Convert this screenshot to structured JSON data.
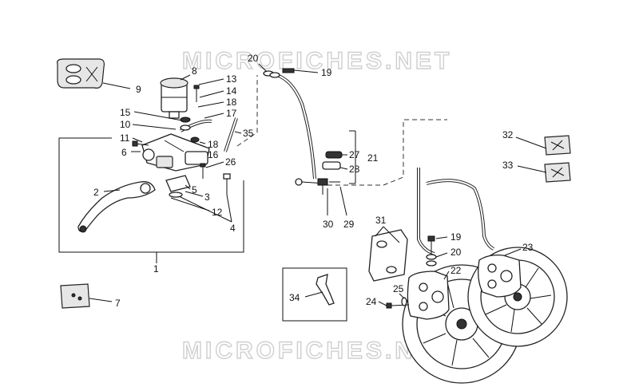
{
  "watermark": {
    "top": "MICROFICHES.NET",
    "bottom": "MICROFICHES.NET"
  },
  "callouts": {
    "c1": "1",
    "c2": "2",
    "c3": "3",
    "c4": "4",
    "c5": "5",
    "c6": "6",
    "c7": "7",
    "c8": "8",
    "c9": "9",
    "c10": "10",
    "c11": "11",
    "c12": "12",
    "c13": "13",
    "c14": "14",
    "c15": "15",
    "c16": "16",
    "c17": "17",
    "c18a": "18",
    "c18b": "18",
    "c19a": "19",
    "c19b": "19",
    "c20a": "20",
    "c20b": "20",
    "c21": "21",
    "c22": "22",
    "c23": "23",
    "c24": "24",
    "c25": "25",
    "c26": "26",
    "c27": "27",
    "c28": "28",
    "c29": "29",
    "c30": "30",
    "c31": "31",
    "c32": "32",
    "c33": "33",
    "c34": "34",
    "c35": "35"
  },
  "colors": {
    "ink": "#111111",
    "watermark": "#cfcfcf",
    "background": "#ffffff"
  }
}
